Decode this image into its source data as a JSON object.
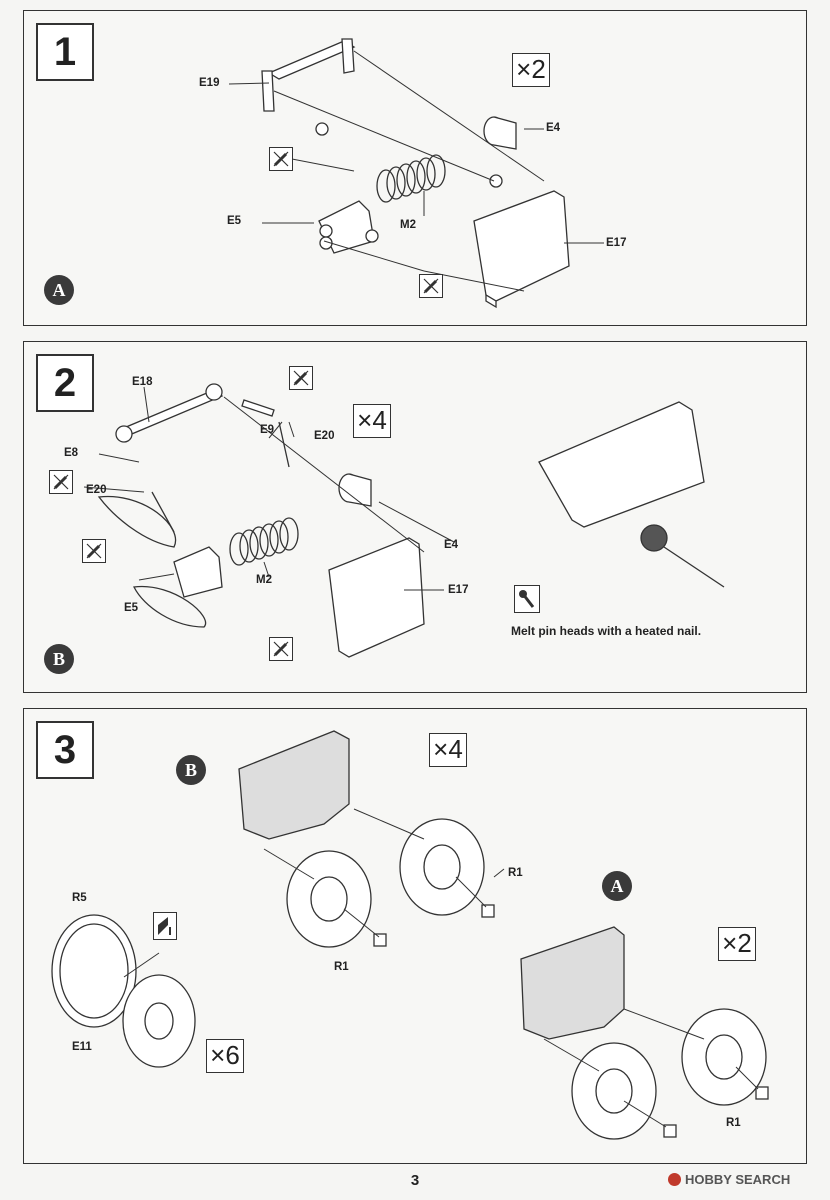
{
  "steps": [
    {
      "number": "1",
      "multiplier": "×2",
      "subassembly": "A",
      "labels": {
        "e19": "E19",
        "e4": "E4",
        "e5": "E5",
        "m2": "M2",
        "e17": "E17"
      }
    },
    {
      "number": "2",
      "multiplier": "×4",
      "subassembly": "B",
      "labels": {
        "e18": "E18",
        "e9": "E9",
        "e20a": "E20",
        "e8": "E8",
        "e20b": "E20",
        "e4": "E4",
        "e17": "E17",
        "m2": "M2",
        "e5": "E5"
      },
      "note": "Melt pin heads with a heated nail."
    },
    {
      "number": "3",
      "multiplier_b": "×4",
      "multiplier_a": "×2",
      "multiplier_wheel": "×6",
      "subassembly_b": "B",
      "subassembly_a": "A",
      "labels": {
        "r5": "R5",
        "e11": "E11",
        "r1a": "R1",
        "r1b": "R1",
        "r1c": "R1"
      }
    }
  ],
  "page_number": "3",
  "watermark": "HOBBY SEARCH",
  "icons": {
    "no_glue": "no-glue-icon",
    "glue": "glue-icon",
    "heated_nail": "heated-nail-icon"
  }
}
